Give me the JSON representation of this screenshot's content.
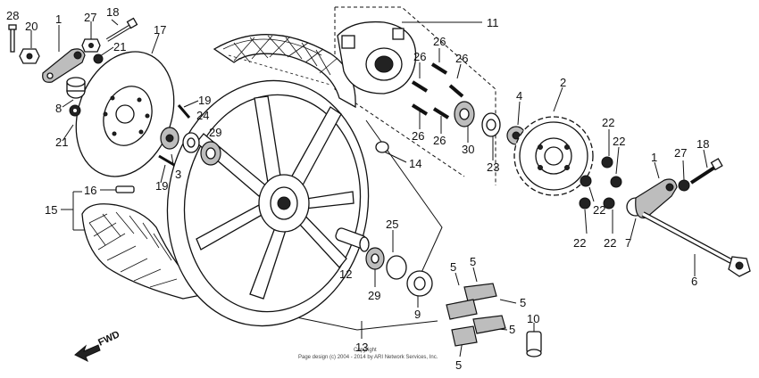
{
  "labels": [
    {
      "id": "l28",
      "text": "28"
    },
    {
      "id": "l20",
      "text": "20"
    },
    {
      "id": "l1a",
      "text": "1"
    },
    {
      "id": "l27a",
      "text": "27"
    },
    {
      "id": "l18a",
      "text": "18"
    },
    {
      "id": "l21a",
      "text": "21"
    },
    {
      "id": "l17",
      "text": "17"
    },
    {
      "id": "l8",
      "text": "8"
    },
    {
      "id": "l21b",
      "text": "21"
    },
    {
      "id": "l19a",
      "text": "19"
    },
    {
      "id": "l24",
      "text": "24"
    },
    {
      "id": "l29a",
      "text": "29"
    },
    {
      "id": "l3",
      "text": "3"
    },
    {
      "id": "l19b",
      "text": "19"
    },
    {
      "id": "l16",
      "text": "16"
    },
    {
      "id": "l15",
      "text": "15"
    },
    {
      "id": "l11",
      "text": "11"
    },
    {
      "id": "l26a",
      "text": "26"
    },
    {
      "id": "l26b",
      "text": "26"
    },
    {
      "id": "l26c",
      "text": "26"
    },
    {
      "id": "l26d",
      "text": "26"
    },
    {
      "id": "l26e",
      "text": "26"
    },
    {
      "id": "l30",
      "text": "30"
    },
    {
      "id": "l23",
      "text": "23"
    },
    {
      "id": "l4",
      "text": "4"
    },
    {
      "id": "l2",
      "text": "2"
    },
    {
      "id": "l14",
      "text": "14"
    },
    {
      "id": "l25",
      "text": "25"
    },
    {
      "id": "l12",
      "text": "12"
    },
    {
      "id": "l29b",
      "text": "29"
    },
    {
      "id": "l9",
      "text": "9"
    },
    {
      "id": "l13",
      "text": "13"
    },
    {
      "id": "l5a",
      "text": "5"
    },
    {
      "id": "l5b",
      "text": "5"
    },
    {
      "id": "l5c",
      "text": "5"
    },
    {
      "id": "l5d",
      "text": "5"
    },
    {
      "id": "l5e",
      "text": "5"
    },
    {
      "id": "l10",
      "text": "10"
    },
    {
      "id": "l22a",
      "text": "22"
    },
    {
      "id": "l22b",
      "text": "22"
    },
    {
      "id": "l22c",
      "text": "22"
    },
    {
      "id": "l22d",
      "text": "22"
    },
    {
      "id": "l22e",
      "text": "22"
    },
    {
      "id": "l1b",
      "text": "1"
    },
    {
      "id": "l27b",
      "text": "27"
    },
    {
      "id": "l18b",
      "text": "18"
    },
    {
      "id": "l7",
      "text": "7"
    },
    {
      "id": "l6",
      "text": "6"
    }
  ],
  "fwd_label": "FWD",
  "copyright_line1": "Copyright",
  "copyright_line2": "Page design (c) 2004 - 2014 by ARI Network Services, Inc."
}
